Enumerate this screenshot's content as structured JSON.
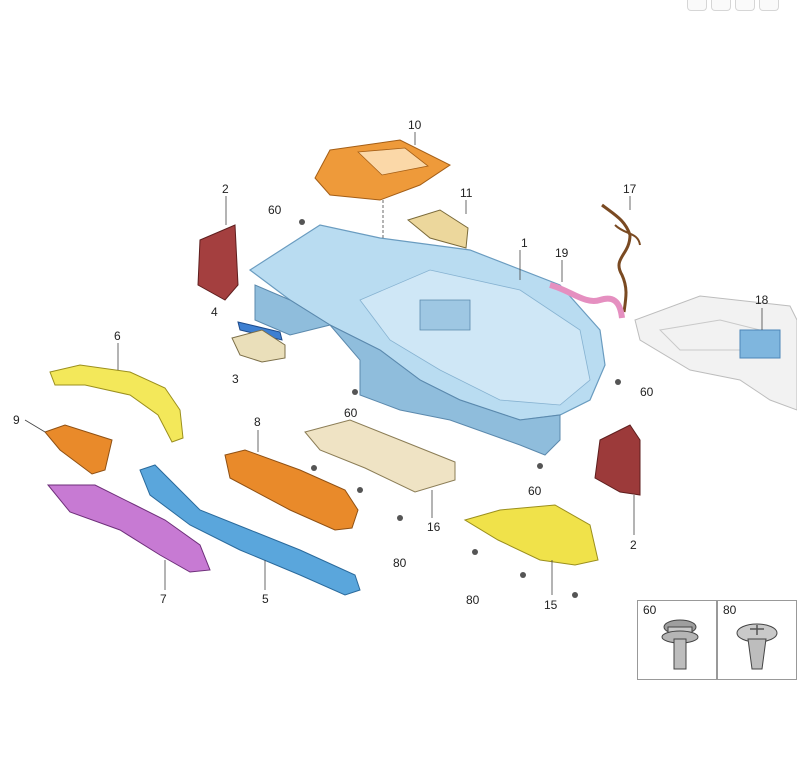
{
  "toolbar": {
    "buttons": [
      "",
      "",
      "",
      ""
    ]
  },
  "callouts": {
    "c1": "1",
    "c2a": "2",
    "c2b": "2",
    "c3": "3",
    "c4": "4",
    "c5": "5",
    "c6": "6",
    "c7": "7",
    "c8": "8",
    "c9": "9",
    "c10": "10",
    "c11": "11",
    "c15": "15",
    "c16": "16",
    "c17": "17",
    "c18": "18",
    "c19": "19",
    "c60a": "60",
    "c60b": "60",
    "c60c": "60",
    "c60d": "60",
    "c80a": "80",
    "c80b": "80"
  },
  "insets": {
    "bolt": "60",
    "clip": "80"
  },
  "colors": {
    "dashboard": "#a9d3ec",
    "frame": "#9fc8e2",
    "orange": "#e98a2a",
    "yellow": "#f0e24a",
    "purple": "#c77ad3",
    "red": "#9c3a3a",
    "blue": "#5aa6dc",
    "beige": "#efe3c4",
    "grey": "#d9d9d9"
  }
}
